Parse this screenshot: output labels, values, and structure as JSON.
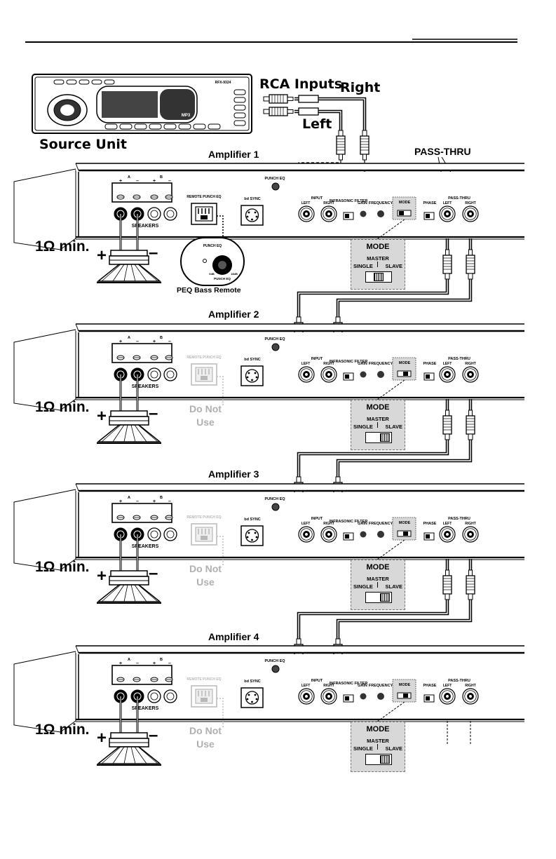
{
  "source_unit": {
    "label": "Source Unit",
    "rca_inputs_label": "RCA Inputs",
    "right_label": "Right",
    "left_label": "Left",
    "model_label": "RFX-9324",
    "display_logo": "MP3"
  },
  "pass_thru_label": "PASS-THRU",
  "remote": {
    "label": "PEQ Bass Remote",
    "knob_label": "PUNCH EQ",
    "min_label": "0dB",
    "max_label": "18dB"
  },
  "panel_labels": {
    "remote_punch_eq": "REMOTE PUNCH EQ",
    "bd_sync": "bd SYNC",
    "punch_eq": "PUNCH EQ",
    "input": "INPUT",
    "left": "LEFT",
    "right": "RIGHT",
    "infrasonic_filter": "INFRASONIC FILTER",
    "gain": "GAIN",
    "frequency": "FREQUENCY",
    "mode": "MODE",
    "phase": "PHASE",
    "pass_thru": "PASS-THRU",
    "speakers": "SPEAKERS",
    "terminal_a": "A",
    "terminal_b": "B",
    "plus": "+",
    "minus": "–"
  },
  "mode_panel": {
    "title": "MODE",
    "master": "MASTER",
    "single": "SINGLE",
    "slave": "SLAVE"
  },
  "amplifiers": [
    {
      "name": "Amplifier 1",
      "load": "1Ω min.",
      "do_not_use": "",
      "remote_enabled": true,
      "mode": "MASTER"
    },
    {
      "name": "Amplifier 2",
      "load": "1Ω min.",
      "do_not_use": "Do Not Use",
      "remote_enabled": false,
      "mode": "SLAVE"
    },
    {
      "name": "Amplifier 3",
      "load": "1Ω min.",
      "do_not_use": "Do Not Use",
      "remote_enabled": false,
      "mode": "SLAVE"
    },
    {
      "name": "Amplifier 4",
      "load": "1Ω min.",
      "do_not_use": "Do Not Use",
      "remote_enabled": false,
      "mode": "SLAVE"
    }
  ],
  "speaker_polarity": {
    "plus": "+",
    "minus": "–"
  }
}
